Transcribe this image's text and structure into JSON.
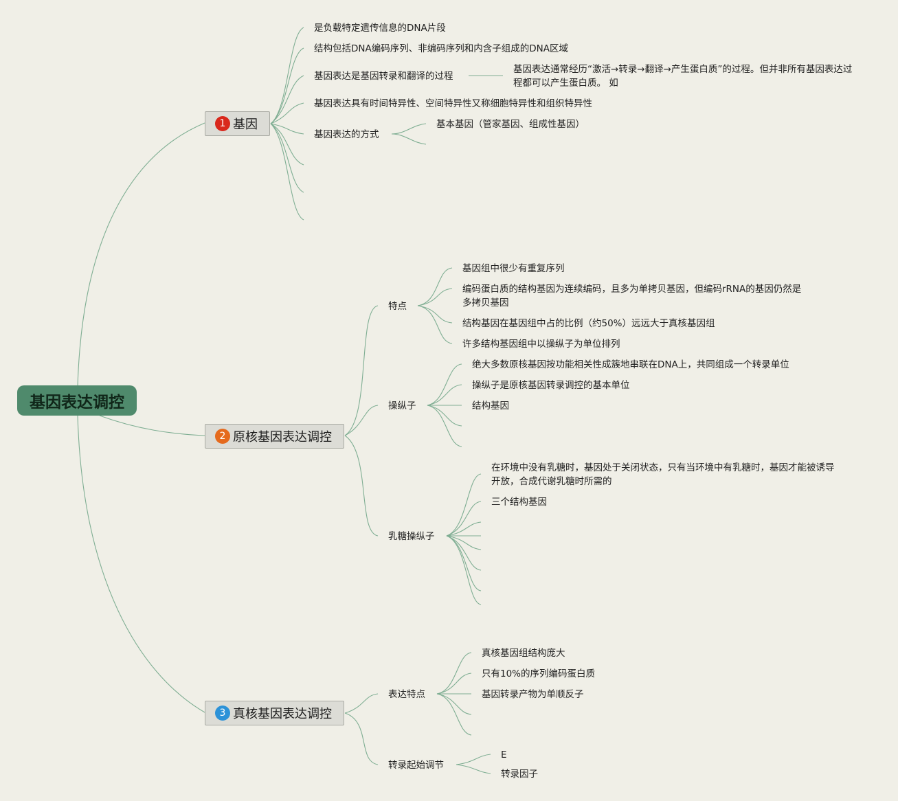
{
  "root": {
    "label": "基因表达调控"
  },
  "colors": {
    "root_fill": "#4f8a6c",
    "connector": "#7fae93",
    "badge_1": "#d9281c",
    "badge_2": "#e56a1d",
    "badge_3": "#2c92d8",
    "background": "#f0efe7"
  },
  "branch1": {
    "number": "1",
    "label": "基因",
    "items": [
      "是负载特定遗传信息的DNA片段",
      "结构包括DNA编码序列、非编码序列和内含子组成的DNA区域",
      "基因表达是基因转录和翻译的过程",
      "基因表达具有时间特异性、空间特异性又称细胞特异性和组织特异性",
      "基因表达的方式"
    ],
    "expression_note": "基因表达通常经历“激活→转录→翻译→产生蛋白质”的过程。但并非所有基因表达过程都可以产生蛋白质。 如",
    "mode_children": [
      "基本基因（管家基因、组成性基因）"
    ]
  },
  "branch2": {
    "number": "2",
    "label": "原核基因表达调控",
    "features": {
      "label": "特点",
      "items": [
        "基因组中很少有重复序列",
        "编码蛋白质的结构基因为连续编码，且多为单拷贝基因，但编码rRNA的基因仍然是多拷贝基因",
        "结构基因在基因组中占的比例（约50%）远远大于真核基因组",
        "许多结构基因组中以操纵子为单位排列"
      ]
    },
    "operon": {
      "label": "操纵子",
      "items": [
        "绝大多数原核基因按功能相关性成簇地串联在DNA上，共同组成一个转录单位",
        "操纵子是原核基因转录调控的基本单位",
        "结构基因"
      ]
    },
    "lac": {
      "label": "乳糖操纵子",
      "items": [
        "在环境中没有乳糖时，基因处于关闭状态，只有当环境中有乳糖时，基因才能被诱导开放，合成代谢乳糖时所需的",
        "三个结构基因"
      ]
    }
  },
  "branch3": {
    "number": "3",
    "label": "真核基因表达调控",
    "features": {
      "label": "表达特点",
      "items": [
        "真核基因组结构庞大",
        "只有10%的序列编码蛋白质",
        "基因转录产物为单顺反子"
      ]
    },
    "initiation": {
      "label": "转录起始调节",
      "items": [
        "E",
        "转录因子"
      ]
    }
  }
}
